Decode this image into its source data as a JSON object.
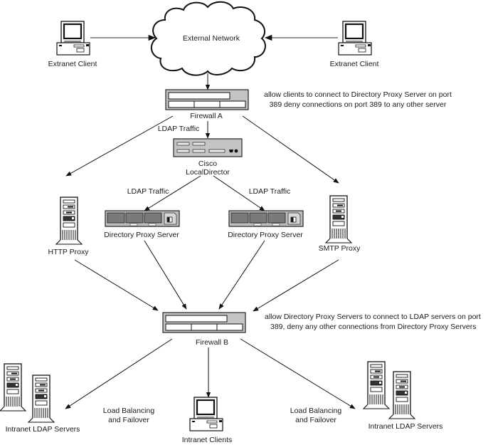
{
  "diagram": {
    "title": "Directory Proxy Server deployment with firewalls and load balancing",
    "nodes": {
      "external_network": "External Network",
      "extranet_client_left": "Extranet Client",
      "extranet_client_right": "Extranet Client",
      "firewall_a": "Firewall A",
      "firewall_a_rule": [
        "allow clients to connect to Directory Proxy Server on port",
        "389 deny connections on port 389 to any other server"
      ],
      "local_director": [
        "Cisco",
        "LocalDirector"
      ],
      "http_proxy": "HTTP Proxy",
      "smtp_proxy": "SMTP Proxy",
      "dps_left": "Directory Proxy Server",
      "dps_right": "Directory Proxy Server",
      "firewall_b": "Firewall B",
      "firewall_b_rule": [
        "allow Directory Proxy Servers to connect to LDAP servers on port",
        "389, deny any other connections from Directory Proxy  Servers"
      ],
      "ldap_servers_left": "Intranet LDAP Servers",
      "ldap_servers_right": "Intranet LDAP Servers",
      "intranet_clients": "Intranet Clients"
    },
    "edge_labels": {
      "ldap_traffic_fw_to_ld": "LDAP Traffic",
      "ldap_traffic_left": "LDAP Traffic",
      "ldap_traffic_right": "LDAP Traffic",
      "lb_left": [
        "Load Balancing",
        "and Failover"
      ],
      "lb_right": [
        "Load Balancing",
        "and Failover"
      ]
    }
  }
}
